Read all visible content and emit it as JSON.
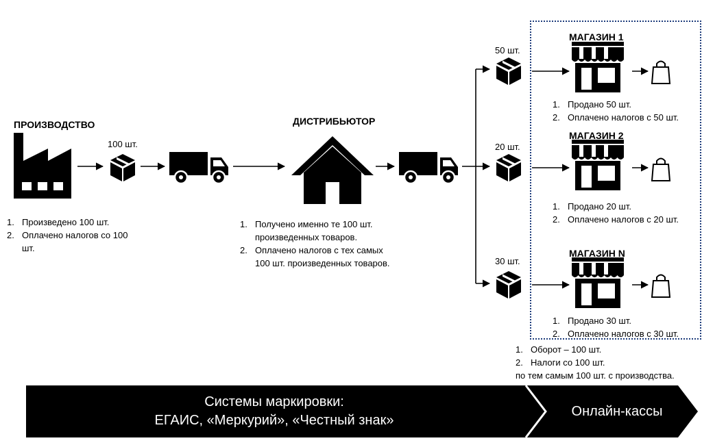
{
  "production": {
    "title": "ПРОИЗВОДСТВО",
    "quantity": "100 шт.",
    "notes": [
      {
        "num": "1.",
        "text": "Произведено 100 шт."
      },
      {
        "num": "2.",
        "text": "Оплачено налогов со 100 шт."
      }
    ]
  },
  "distributor": {
    "title": "ДИСТРИБЬЮТОР",
    "notes": [
      {
        "num": "1.",
        "text": "Получено именно те 100 шт. произведенных товаров."
      },
      {
        "num": "2.",
        "text": "Оплачено налогов с тех самых 100 шт. произведенных товаров."
      }
    ]
  },
  "stores": [
    {
      "title": "МАГАЗИН 1",
      "quantity": "50 шт.",
      "notes": [
        {
          "num": "1.",
          "text": "Продано 50 шт."
        },
        {
          "num": "2.",
          "text": "Оплачено налогов с 50 шт."
        }
      ]
    },
    {
      "title": "МАГАЗИН 2",
      "quantity": "20 шт.",
      "notes": [
        {
          "num": "1.",
          "text": "Продано 20 шт."
        },
        {
          "num": "2.",
          "text": "Оплачено налогов с 20 шт."
        }
      ]
    },
    {
      "title": "МАГАЗИН N",
      "quantity": "30 шт.",
      "notes": [
        {
          "num": "1.",
          "text": "Продано 30 шт."
        },
        {
          "num": "2.",
          "text": "Оплачено налогов с 30 шт."
        }
      ]
    }
  ],
  "summary": {
    "items": [
      {
        "num": "1.",
        "text": "Оборот – 100 шт."
      },
      {
        "num": "2.",
        "text": "Налоги со 100 шт."
      }
    ],
    "tail": "по тем самым 100 шт. с производства."
  },
  "banner": {
    "line1": "Системы маркировки:",
    "line2": "ЕГАИС, «Меркурий», «Честный знак»",
    "right": "Онлайн-кассы"
  },
  "icons": [
    "factory-icon",
    "box-icon",
    "truck-icon",
    "house-icon",
    "store-icon",
    "shopping-bag-icon"
  ],
  "colors": {
    "ink": "#000000",
    "box_border": "#1b3a7a",
    "banner_text": "#ffffff"
  }
}
